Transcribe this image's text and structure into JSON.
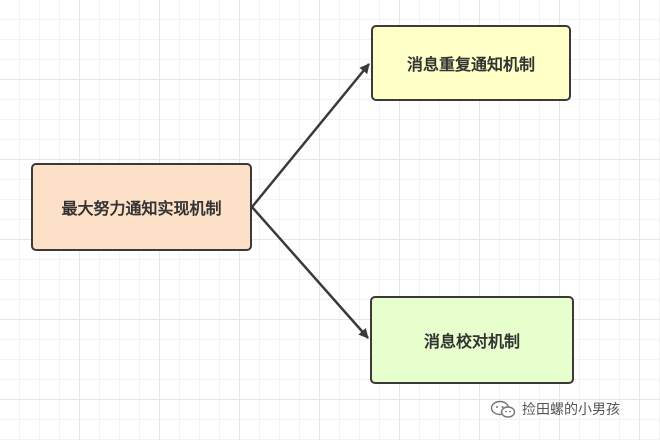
{
  "nodes": {
    "main": {
      "label": "最大努力通知实现机制",
      "fill": "#fde0c8"
    },
    "retry": {
      "label": "消息重复通知机制",
      "fill": "#ffffc8"
    },
    "check": {
      "label": "消息校对机制",
      "fill": "#e6ffcc"
    }
  },
  "edges": [
    {
      "from": "main",
      "to": "retry"
    },
    {
      "from": "main",
      "to": "check"
    }
  ],
  "watermark": {
    "text": "捡田螺的小男孩",
    "icon": "wechat-icon"
  },
  "colors": {
    "grid": "#e6e6e6",
    "border": "#3a3a3a",
    "arrow": "#3a3a3a"
  }
}
